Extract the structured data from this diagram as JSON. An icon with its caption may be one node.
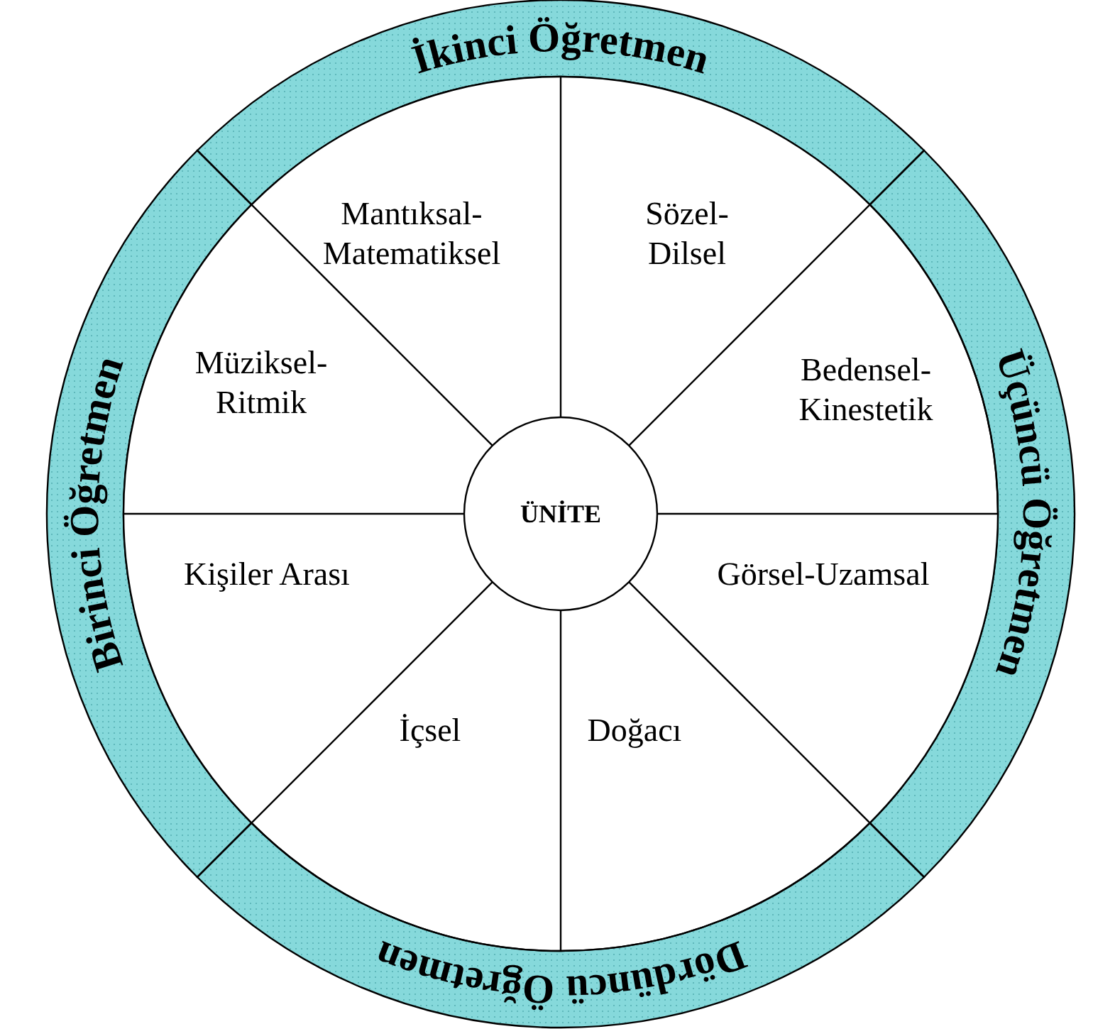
{
  "diagram": {
    "nodes": [
      {
        "text": [
          "İkinci Öğretmen"
        ]
      },
      {
        "text": [
          "Mantıksal- Matematiksel"
        ]
      },
      {
        "text": [
          "Sözel- Dilsel"
        ]
      },
      {
        "text": [
          "Birinci Öğretmen"
        ]
      },
      {
        "text": [
          "Müziksel- Ritmik"
        ]
      },
      {
        "text": [
          "Bedensel- Kinestetik"
        ]
      },
      {
        "text": [
          "Üçüncü Öğretmen"
        ]
      },
      {
        "text": [
          "ÜNİTE"
        ]
      },
      {
        "text": [
          "Kişiler Arası"
        ]
      },
      {
        "text": [
          "Görsel-Uzamsal"
        ]
      },
      {
        "text": [
          "İçsel"
        ]
      },
      {
        "text": [
          "Doğacı"
        ]
      },
      {
        "text": [
          "Dördüncü Öğretmen"
        ]
      }
    ]
  }
}
